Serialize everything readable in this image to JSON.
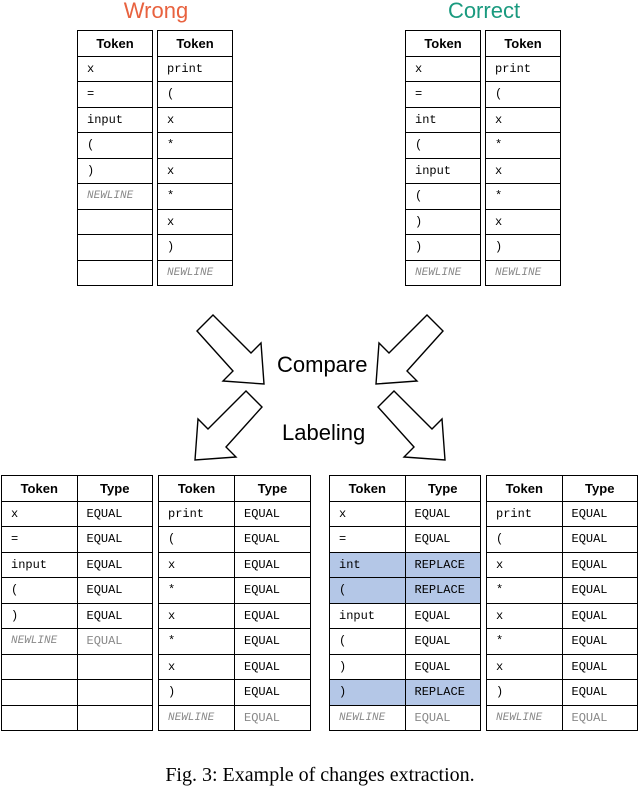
{
  "top": {
    "wrong_title": "Wrong",
    "correct_title": "Correct",
    "header": "Token",
    "wrong_left": [
      "x",
      "=",
      "input",
      "(",
      ")",
      "NEWLINE",
      "",
      "",
      ""
    ],
    "wrong_right": [
      "print",
      "(",
      "x",
      "*",
      "x",
      "*",
      "x",
      ")",
      "NEWLINE"
    ],
    "correct_left": [
      "x",
      "=",
      "int",
      "(",
      "input",
      "(",
      ")",
      ")",
      "NEWLINE"
    ],
    "correct_right": [
      "print",
      "(",
      "x",
      "*",
      "x",
      "*",
      "x",
      ")",
      "NEWLINE"
    ]
  },
  "middle": {
    "compare": "Compare",
    "labeling": "Labeling"
  },
  "bottom": {
    "header_token": "Token",
    "header_type": "Type",
    "wrong_left": [
      {
        "token": "x",
        "type": "EQUAL"
      },
      {
        "token": "=",
        "type": "EQUAL"
      },
      {
        "token": "input",
        "type": "EQUAL"
      },
      {
        "token": "(",
        "type": "EQUAL"
      },
      {
        "token": ")",
        "type": "EQUAL"
      },
      {
        "token": "NEWLINE",
        "type": "EQUAL"
      },
      {
        "token": "",
        "type": ""
      },
      {
        "token": "",
        "type": ""
      },
      {
        "token": "",
        "type": ""
      }
    ],
    "wrong_right": [
      {
        "token": "print",
        "type": "EQUAL"
      },
      {
        "token": "(",
        "type": "EQUAL"
      },
      {
        "token": "x",
        "type": "EQUAL"
      },
      {
        "token": "*",
        "type": "EQUAL"
      },
      {
        "token": "x",
        "type": "EQUAL"
      },
      {
        "token": "*",
        "type": "EQUAL"
      },
      {
        "token": "x",
        "type": "EQUAL"
      },
      {
        "token": ")",
        "type": "EQUAL"
      },
      {
        "token": "NEWLINE",
        "type": "EQUAL"
      }
    ],
    "correct_left": [
      {
        "token": "x",
        "type": "EQUAL"
      },
      {
        "token": "=",
        "type": "EQUAL"
      },
      {
        "token": "int",
        "type": "REPLACE"
      },
      {
        "token": "(",
        "type": "REPLACE"
      },
      {
        "token": "input",
        "type": "EQUAL"
      },
      {
        "token": "(",
        "type": "EQUAL"
      },
      {
        "token": ")",
        "type": "EQUAL"
      },
      {
        "token": ")",
        "type": "REPLACE"
      },
      {
        "token": "NEWLINE",
        "type": "EQUAL"
      }
    ],
    "correct_right": [
      {
        "token": "print",
        "type": "EQUAL"
      },
      {
        "token": "(",
        "type": "EQUAL"
      },
      {
        "token": "x",
        "type": "EQUAL"
      },
      {
        "token": "*",
        "type": "EQUAL"
      },
      {
        "token": "x",
        "type": "EQUAL"
      },
      {
        "token": "*",
        "type": "EQUAL"
      },
      {
        "token": "x",
        "type": "EQUAL"
      },
      {
        "token": ")",
        "type": "EQUAL"
      },
      {
        "token": "NEWLINE",
        "type": "EQUAL"
      }
    ]
  },
  "caption": "Fig. 3: Example of changes extraction.",
  "colors": {
    "wrong": "#e8623f",
    "correct": "#1a9a7f",
    "replace_highlight": "#b4c7e7"
  }
}
